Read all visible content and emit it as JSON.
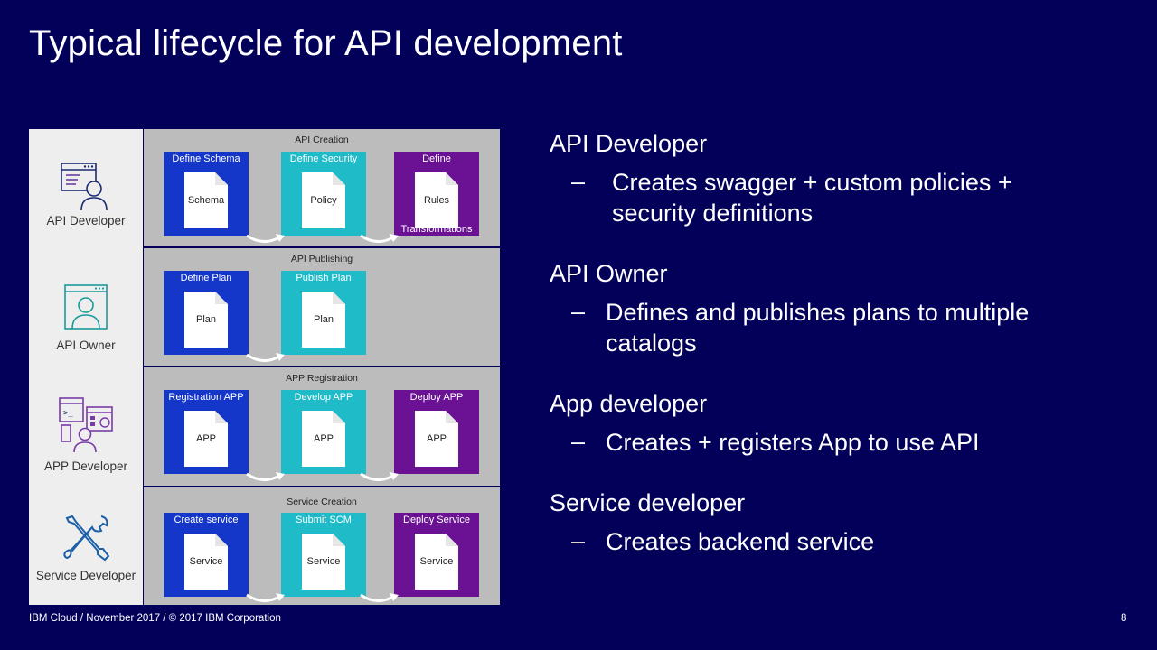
{
  "title": "Typical lifecycle for API development",
  "roles": [
    {
      "label": "API Developer",
      "icon": "developer-icon"
    },
    {
      "label": "API Owner",
      "icon": "owner-icon"
    },
    {
      "label": "APP Developer",
      "icon": "app-developer-icon"
    },
    {
      "label": "Service Developer",
      "icon": "tools-icon"
    }
  ],
  "lanes": [
    {
      "title": "API Creation",
      "boxes": [
        {
          "top": "Define Schema",
          "doc": "Schema",
          "color": "blue"
        },
        {
          "top": "Define Security",
          "doc": "Policy",
          "color": "teal"
        },
        {
          "top": "Define",
          "doc": "Rules",
          "bottom": "Transformations",
          "color": "purple"
        }
      ]
    },
    {
      "title": "API Publishing",
      "boxes": [
        {
          "top": "Define Plan",
          "doc": "Plan",
          "color": "blue"
        },
        {
          "top": "Publish Plan",
          "doc": "Plan",
          "color": "teal"
        }
      ]
    },
    {
      "title": "APP Registration",
      "boxes": [
        {
          "top": "Registration APP",
          "doc": "APP",
          "color": "blue"
        },
        {
          "top": "Develop APP",
          "doc": "APP",
          "color": "teal"
        },
        {
          "top": "Deploy APP",
          "doc": "APP",
          "color": "purple"
        }
      ]
    },
    {
      "title": "Service Creation",
      "boxes": [
        {
          "top": "Create service",
          "doc": "Service",
          "color": "blue"
        },
        {
          "top": "Submit SCM",
          "doc": "Service",
          "color": "teal"
        },
        {
          "top": "Deploy Service",
          "doc": "Service",
          "color": "purple"
        }
      ]
    }
  ],
  "descriptions": [
    {
      "role": "API Developer",
      "bullet": "Creates swagger + custom policies + security definitions",
      "dash": "–"
    },
    {
      "role": "API Owner",
      "bullet": "Defines and publishes plans to multiple catalogs",
      "dash": "–"
    },
    {
      "role": "App developer",
      "bullet": "Creates + registers App to use API",
      "dash": "–"
    },
    {
      "role": "Service developer",
      "bullet": "Creates backend service",
      "dash": "–"
    }
  ],
  "footer": "IBM Cloud / November 2017 / © 2017 IBM Corporation",
  "page_number": "8",
  "colors": {
    "background": "#03005a",
    "blue": "#1537c9",
    "teal": "#1fbbc9",
    "purple": "#6a1293",
    "lane": "#bcbcbc",
    "roles": "#eeeeee"
  }
}
